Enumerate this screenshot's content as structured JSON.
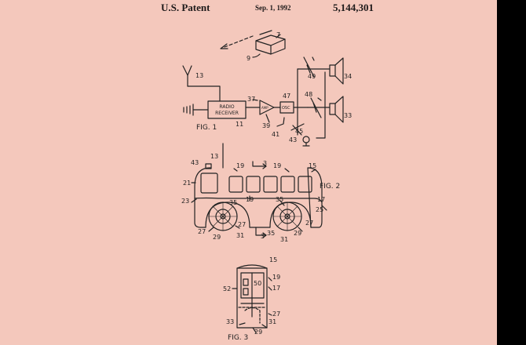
{
  "header": {
    "left": "U.S. Patent",
    "date": "Sep. 1, 1992",
    "number": "5,144,301"
  },
  "fig1": {
    "caption": "FIG. 1",
    "receiver_line1": "RADIO",
    "receiver_line2": "RECEIVER",
    "amp_label": "AMP",
    "osc_label": "OSC",
    "refs": [
      "7",
      "9",
      "13",
      "37",
      "47",
      "48",
      "49",
      "34",
      "33",
      "11",
      "39",
      "41",
      "45",
      "43"
    ]
  },
  "fig2": {
    "caption": "FIG. 2",
    "refs": [
      "13",
      "43",
      "19",
      "3",
      "19",
      "15",
      "21",
      "23",
      "19",
      "35",
      "35",
      "17",
      "25",
      "27",
      "27",
      "27",
      "35",
      "29",
      "31",
      "3",
      "35",
      "29",
      "31"
    ]
  },
  "fig3": {
    "caption": "FIG. 3",
    "refs": [
      "15",
      "19",
      "50",
      "17",
      "52",
      "27",
      "33",
      "31",
      "29"
    ]
  },
  "colors": {
    "paper": "#f4c8bc",
    "ink": "#222222",
    "edge": "#000000"
  }
}
